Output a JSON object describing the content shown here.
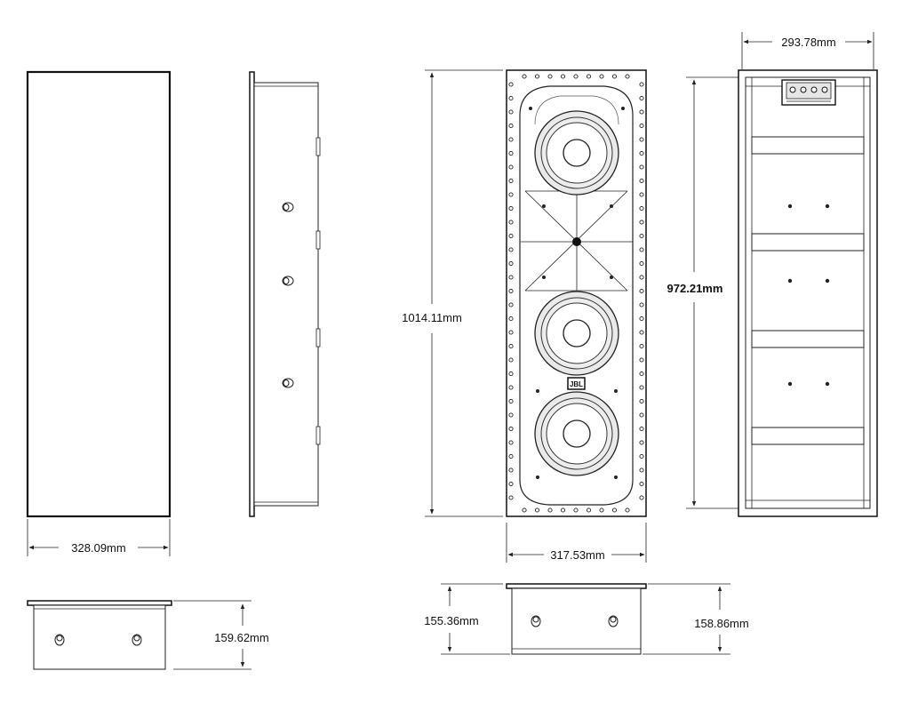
{
  "dimensions": {
    "front_width": "328.09mm",
    "front_depth": "159.62mm",
    "face_height": "1014.11mm",
    "face_width": "317.53mm",
    "bottom_depth_left": "155.36mm",
    "bottom_depth_right": "158.86mm",
    "rear_width": "293.78mm",
    "rear_height": "972.21mm"
  },
  "logo": "JBL"
}
